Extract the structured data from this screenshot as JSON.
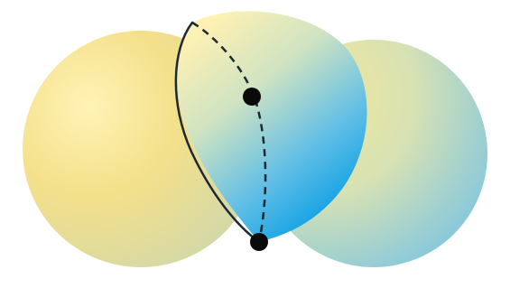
{
  "diagram": {
    "colors": {
      "background": "#ffffff",
      "sphere_yellow": "#f2df8a",
      "sphere_blue": "#4fb2df",
      "lens_blue": "#16a6e6",
      "outline": "#1b2a33",
      "point": "#0a0a0a"
    },
    "parts": [
      "left-sphere",
      "right-sphere",
      "intersection-lens",
      "intersection-circle",
      "upper-point",
      "lower-point"
    ]
  }
}
